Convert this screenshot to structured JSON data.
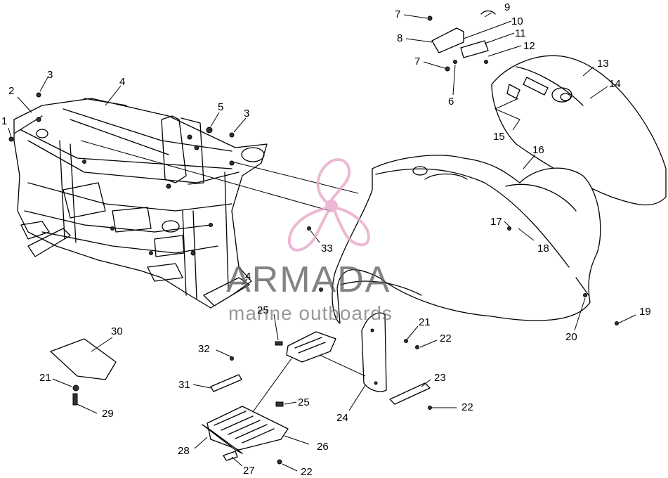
{
  "watermark": {
    "brand": "ARMADA",
    "tagline": "marine outboards",
    "logo_icon": "propeller-logo-icon",
    "logo_color": "#e9a7c9"
  },
  "callouts": {
    "c1": "1",
    "c2": "2",
    "c3a": "3",
    "c3b": "3",
    "c4a": "4",
    "c4b": "4",
    "c5": "5",
    "c6": "6",
    "c7a": "7",
    "c7b": "7",
    "c8": "8",
    "c9": "9",
    "c10": "10",
    "c11": "11",
    "c12": "12",
    "c13": "13",
    "c14": "14",
    "c15": "15",
    "c16": "16",
    "c17": "17",
    "c18": "18",
    "c19": "19",
    "c20": "20",
    "c21a": "21",
    "c21b": "21",
    "c22a": "22",
    "c22b": "22",
    "c22c": "22",
    "c23": "23",
    "c24": "24",
    "c25a": "25",
    "c25b": "25",
    "c26": "26",
    "c27": "27",
    "c28": "28",
    "c29": "29",
    "c30": "30",
    "c31": "31",
    "c32": "32",
    "c33": "33"
  }
}
